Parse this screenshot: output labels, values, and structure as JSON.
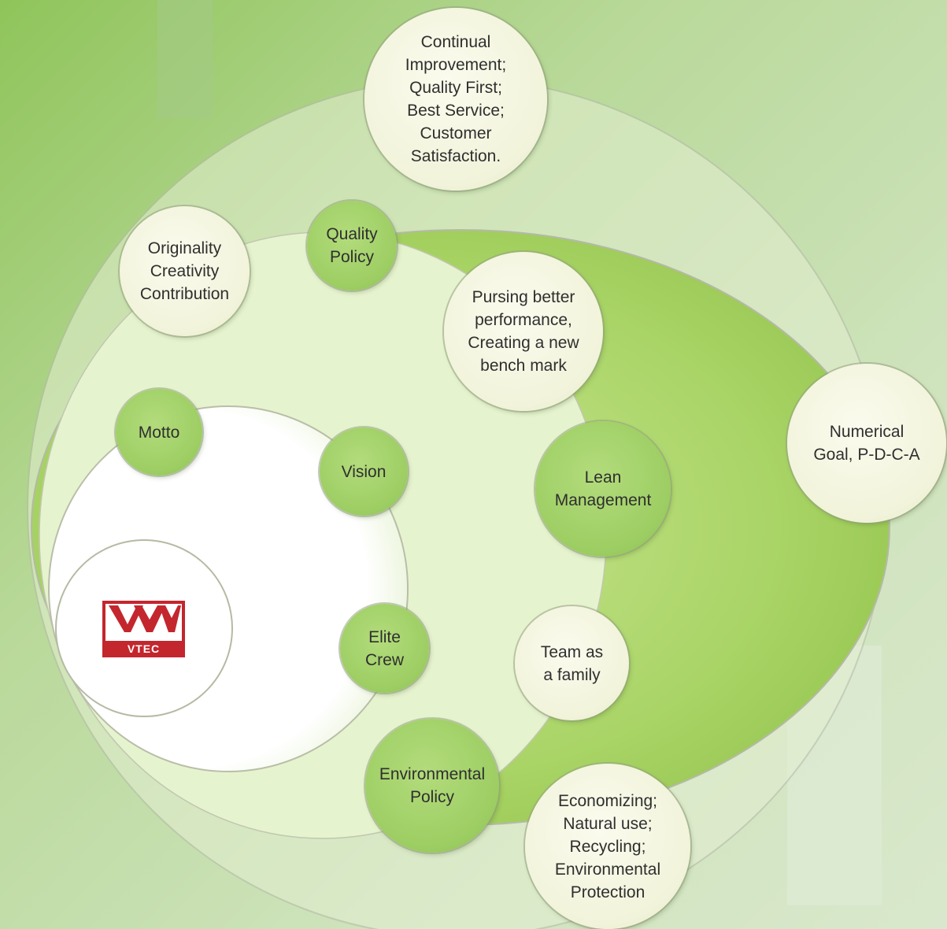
{
  "logo": {
    "text": "VTEC",
    "brand_color": "#c4262e"
  },
  "colors": {
    "outer_ring": "#a8d26a",
    "pale_node": "#f3f5dc",
    "green_node": "#a3d06a",
    "background": "#cfe4b8"
  },
  "nodes": {
    "core_values": "Continual\nImprovement;\nQuality First;\nBest Service;\nCustomer\nSatisfaction.",
    "quality_policy": "Quality\nPolicy",
    "originality": "Originality\nCreativity\nContribution",
    "pursing": "Pursing better\nperformance,\nCreating a new\nbench mark",
    "numerical_goal": "Numerical\nGoal, P-D-C-A",
    "motto": "Motto",
    "vision": "Vision",
    "lean_management": "Lean\nManagement",
    "elite_crew": "Elite\nCrew",
    "team_family": "Team as\na family",
    "environmental_policy": "Environmental\nPolicy",
    "economizing": "Economizing;\nNatural use;\nRecycling;\nEnvironmental\nProtection"
  }
}
